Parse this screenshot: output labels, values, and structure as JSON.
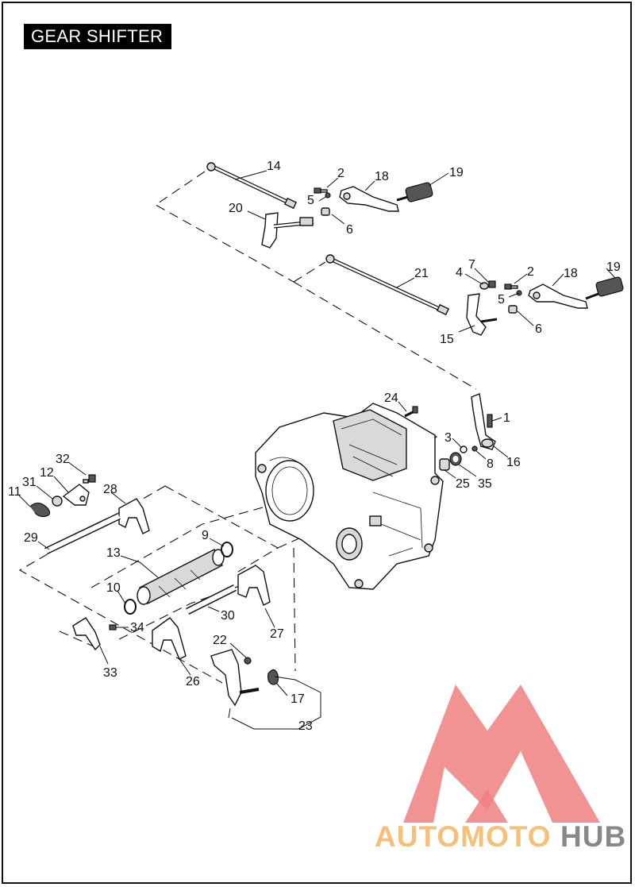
{
  "title": "GEAR SHIFTER",
  "callouts": [
    "14",
    "2",
    "18",
    "19",
    "20",
    "5",
    "6",
    "21",
    "7",
    "4",
    "2",
    "18",
    "19",
    "5",
    "15",
    "6",
    "24",
    "1",
    "3",
    "8",
    "16",
    "25",
    "35",
    "32",
    "12",
    "31",
    "11",
    "28",
    "29",
    "9",
    "13",
    "10",
    "34",
    "30",
    "27",
    "33",
    "22",
    "26",
    "17",
    "23"
  ],
  "watermark": {
    "text_part1": "AUTOMOTO",
    "text_part2": "HUB",
    "color_part1": "#f5c07a",
    "color_part2": "#888888",
    "logo_color": "#f08080"
  }
}
